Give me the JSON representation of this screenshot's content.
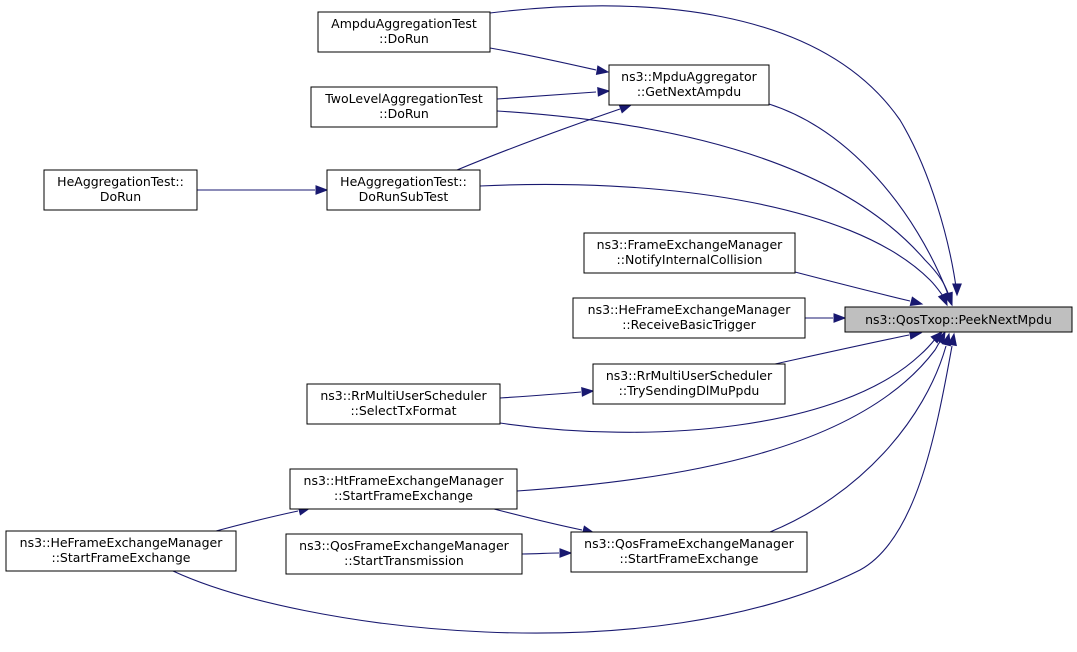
{
  "diagram": {
    "nodes": [
      {
        "id": "peek",
        "lines": [
          "ns3::QosTxop::PeekNextMpdu"
        ]
      },
      {
        "id": "ampdu_test",
        "lines": [
          "AmpduAggregationTest",
          "::DoRun"
        ]
      },
      {
        "id": "mpdu_agg",
        "lines": [
          "ns3::MpduAggregator",
          "::GetNextAmpdu"
        ]
      },
      {
        "id": "twolevel",
        "lines": [
          "TwoLevelAggregationTest",
          "::DoRun"
        ]
      },
      {
        "id": "he_dorun",
        "lines": [
          "HeAggregationTest::",
          "DoRun"
        ]
      },
      {
        "id": "he_subtest",
        "lines": [
          "HeAggregationTest::",
          "DoRunSubTest"
        ]
      },
      {
        "id": "fem_notify",
        "lines": [
          "ns3::FrameExchangeManager",
          "::NotifyInternalCollision"
        ]
      },
      {
        "id": "hefem_trigger",
        "lines": [
          "ns3::HeFrameExchangeManager",
          "::ReceiveBasicTrigger"
        ]
      },
      {
        "id": "rr_try",
        "lines": [
          "ns3::RrMultiUserScheduler",
          "::TrySendingDlMuPpdu"
        ]
      },
      {
        "id": "rr_select",
        "lines": [
          "ns3::RrMultiUserScheduler",
          "::SelectTxFormat"
        ]
      },
      {
        "id": "htfem_start",
        "lines": [
          "ns3::HtFrameExchangeManager",
          "::StartFrameExchange"
        ]
      },
      {
        "id": "hefem_start",
        "lines": [
          "ns3::HeFrameExchangeManager",
          "::StartFrameExchange"
        ]
      },
      {
        "id": "qosfem_tx",
        "lines": [
          "ns3::QosFrameExchangeManager",
          "::StartTransmission"
        ]
      },
      {
        "id": "qosfem_start",
        "lines": [
          "ns3::QosFrameExchangeManager",
          "::StartFrameExchange"
        ]
      }
    ],
    "edges": [
      {
        "from": "ampdu_test",
        "to": "peek"
      },
      {
        "from": "ampdu_test",
        "to": "mpdu_agg"
      },
      {
        "from": "mpdu_agg",
        "to": "peek"
      },
      {
        "from": "twolevel",
        "to": "mpdu_agg"
      },
      {
        "from": "twolevel",
        "to": "peek"
      },
      {
        "from": "he_subtest",
        "to": "mpdu_agg"
      },
      {
        "from": "he_subtest",
        "to": "peek"
      },
      {
        "from": "he_dorun",
        "to": "he_subtest"
      },
      {
        "from": "fem_notify",
        "to": "peek"
      },
      {
        "from": "hefem_trigger",
        "to": "peek"
      },
      {
        "from": "rr_try",
        "to": "peek"
      },
      {
        "from": "rr_select",
        "to": "rr_try"
      },
      {
        "from": "rr_select",
        "to": "peek"
      },
      {
        "from": "htfem_start",
        "to": "peek"
      },
      {
        "from": "htfem_start",
        "to": "qosfem_start"
      },
      {
        "from": "hefem_start",
        "to": "htfem_start"
      },
      {
        "from": "hefem_start",
        "to": "peek"
      },
      {
        "from": "qosfem_tx",
        "to": "qosfem_start"
      },
      {
        "from": "qosfem_start",
        "to": "peek"
      }
    ]
  }
}
